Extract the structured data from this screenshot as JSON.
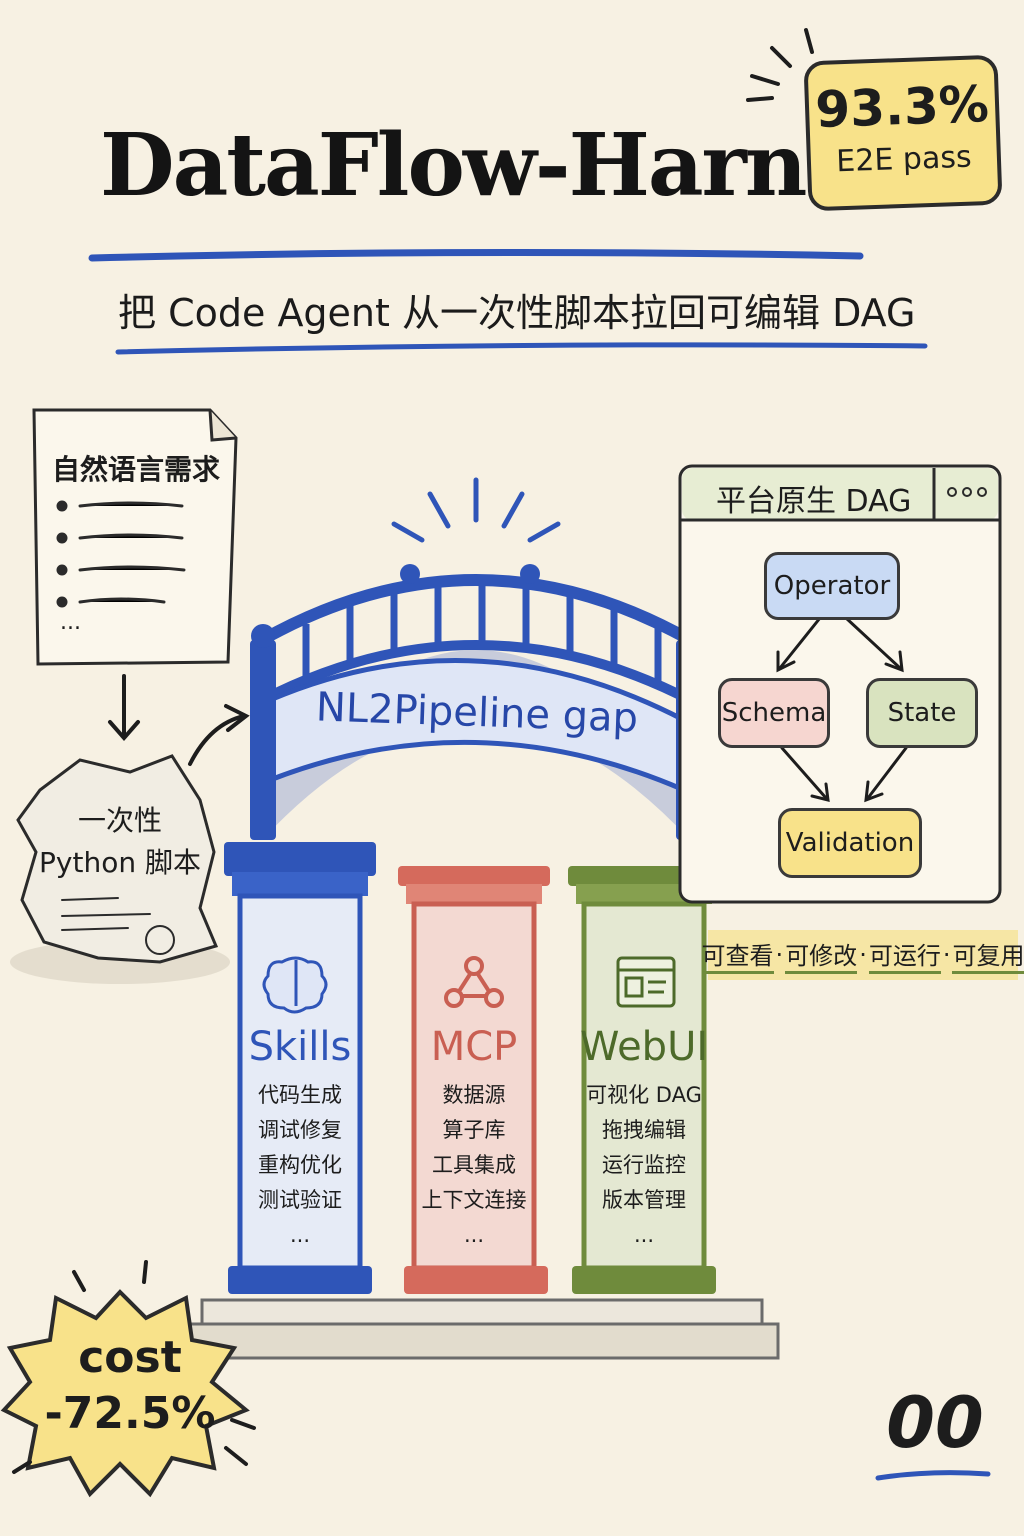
{
  "header": {
    "title": "DataFlow-Harness",
    "subtitle": "把 Code Agent 从一次性脚本拉回可编辑 DAG"
  },
  "pass_badge": {
    "value": "93.3%",
    "label": "E2E pass"
  },
  "requirement_doc": {
    "title": "自然语言需求",
    "ellipsis": "..."
  },
  "script_rock": {
    "line1": "一次性",
    "line2": "Python 脚本"
  },
  "bridge": {
    "label": "NL2Pipeline gap"
  },
  "pillars": [
    {
      "title": "Skills",
      "items": [
        "代码生成",
        "调试修复",
        "重构优化",
        "测试验证"
      ],
      "more": "..."
    },
    {
      "title": "MCP",
      "items": [
        "数据源",
        "算子库",
        "工具集成",
        "上下文连接"
      ],
      "more": "..."
    },
    {
      "title": "WebUI",
      "items": [
        "可视化 DAG",
        "拖拽编辑",
        "运行监控",
        "版本管理"
      ],
      "more": "..."
    }
  ],
  "dag_panel": {
    "title": "平台原生 DAG",
    "nodes": {
      "operator": "Operator",
      "schema": "Schema",
      "state": "State",
      "validation": "Validation"
    }
  },
  "tags": [
    "可查看",
    "可修改",
    "可运行",
    "可复用"
  ],
  "tag_separator": "·",
  "cost_badge": {
    "line1": "cost",
    "line2": "-72.5%"
  },
  "page_number": "00",
  "colors": {
    "blue": "#2f55b8",
    "red": "#d56a5c",
    "green": "#6f8b3c",
    "yellow": "#f8e28a"
  }
}
